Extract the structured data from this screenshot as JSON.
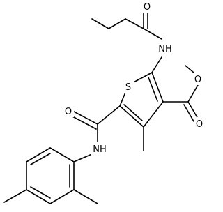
{
  "molecule": {
    "atoms": {
      "o_butanoyl": "O",
      "nh_amide_top": "NH",
      "s_ring": "S",
      "o_ester_ether": "O",
      "o_ester_carbonyl": "O",
      "o_carboxamide": "O",
      "nh_anilide": "NH"
    }
  }
}
